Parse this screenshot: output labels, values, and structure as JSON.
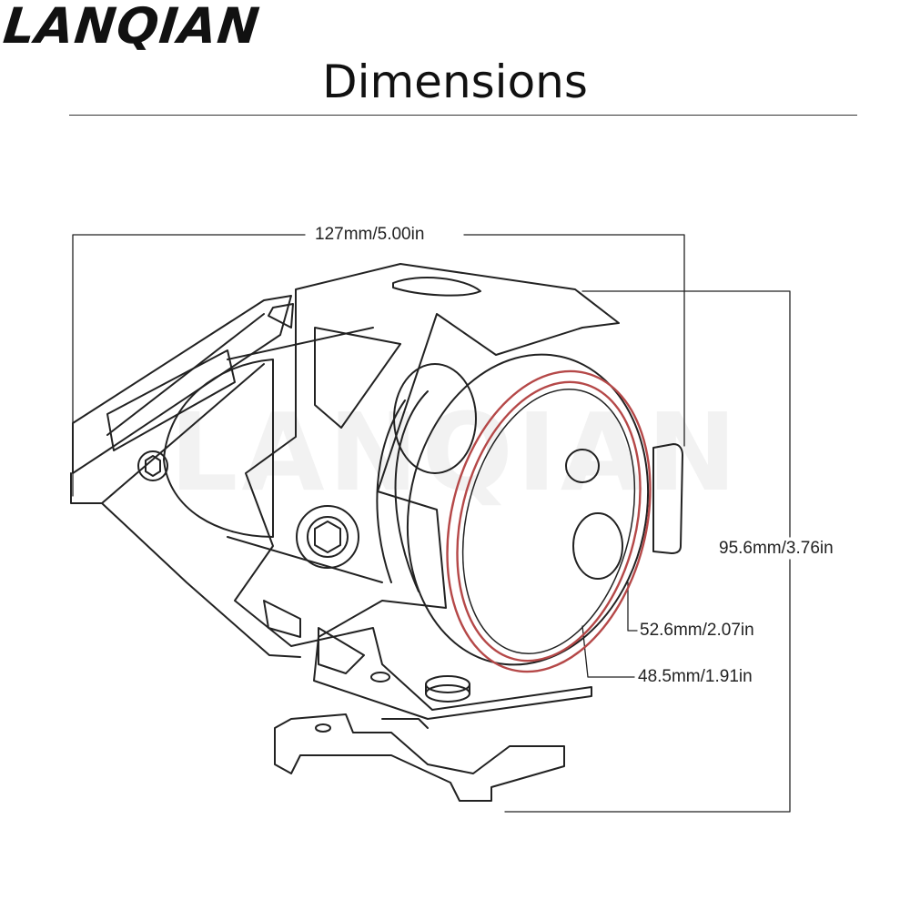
{
  "header": {
    "brand": "LANQIAN",
    "title": "Dimensions"
  },
  "watermark": "LANQIAN",
  "dimensions": {
    "width": "127mm/5.00in",
    "height": "95.6mm/3.76in",
    "outer_lens": "52.6mm/2.07in",
    "inner_lens": "48.5mm/1.91in"
  },
  "colors": {
    "line": "#222222",
    "lens_ring": "#b54848",
    "background": "#ffffff"
  }
}
